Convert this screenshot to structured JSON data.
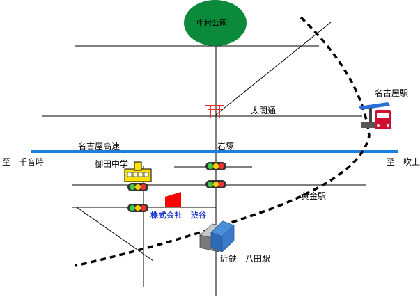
{
  "colors": {
    "park": "#0a8a3a",
    "expressway": "#1a7fe0",
    "company_text": "#1a33cc",
    "company_marker": "#ff0000",
    "shrine": "#e83030",
    "railway": "#000000",
    "road": "#000000"
  },
  "landmarks": {
    "park": "中村公園",
    "company": "株式会社　渋谷",
    "school": "御田中学",
    "station_nagoya": "名古屋駅",
    "station_kogane": "黄金駅",
    "station_hatta": "近鉄　八田駅"
  },
  "roads": {
    "taiko": "太閤通",
    "iwazuka": "岩塚",
    "expressway": "名古屋高速",
    "to_left": "至　千音時",
    "to_right": "至　吹上"
  },
  "icons": {
    "shrine": "torii-gate-icon",
    "traffic_light": "traffic-light-icon",
    "school": "school-building-icon",
    "station": "train-station-icon",
    "company": "red-flag-marker-icon",
    "kintetsu": "building-icon"
  }
}
